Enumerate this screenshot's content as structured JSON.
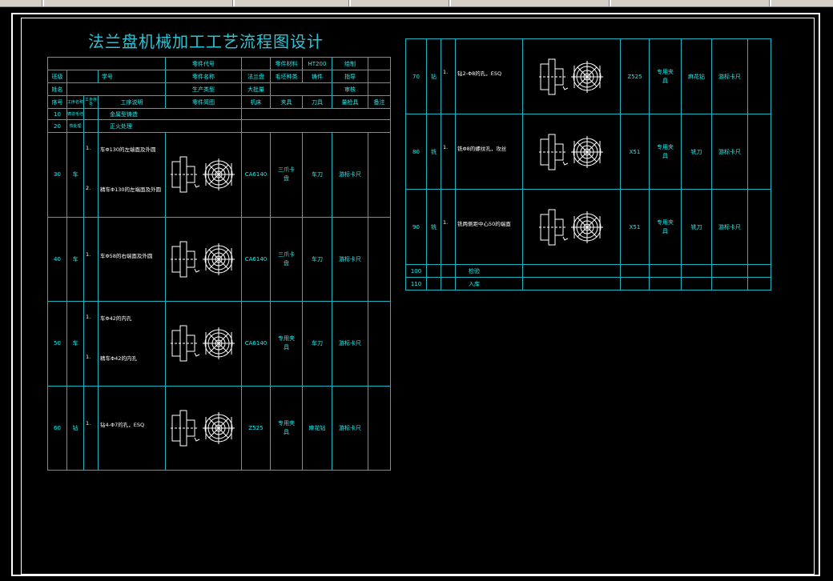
{
  "title": "法兰盘机械加工工艺流程图设计",
  "header": {
    "part_code_label": "零件代号",
    "part_material_label": "零件材料",
    "material": "HT200",
    "drawn_label": "绘制",
    "class_label": "班级",
    "student_no_label": "学号",
    "part_name_label": "零件名称",
    "part_name": "法兰盘",
    "blank_type_label": "毛坯种类",
    "blank_type": "铸件",
    "guide_label": "指导",
    "name_label": "姓名",
    "production_type_label": "生产类型",
    "production_type": "大批量",
    "review_label": "审核"
  },
  "columns": [
    "序号",
    "工序名称",
    "工步序号",
    "工序说明",
    "零件简图",
    "机床",
    "夹具",
    "刀具",
    "量检具",
    "备注"
  ],
  "left_rows": [
    {
      "no": "10",
      "name": "铸造毛坯",
      "desc": "金属型铸造"
    },
    {
      "no": "20",
      "name": "热处理",
      "desc": "正火处理"
    },
    {
      "no": "30",
      "name": "车",
      "steps": [
        {
          "n": "1.",
          "t": "车Φ130的左端面及外圆"
        },
        {
          "n": "2.",
          "t": "精车Φ130的左端面及外圆"
        }
      ],
      "machine": "CA6140",
      "fixture": "三爪卡盘",
      "tool": "车刀",
      "gauge": "游标卡尺"
    },
    {
      "no": "40",
      "name": "车",
      "steps": [
        {
          "n": "1.",
          "t": "车Φ58的右端面及外圆"
        }
      ],
      "machine": "CA6140",
      "fixture": "三爪卡盘",
      "tool": "车刀",
      "gauge": "游标卡尺"
    },
    {
      "no": "50",
      "name": "车",
      "steps": [
        {
          "n": "1.",
          "t": "车Φ42的内孔"
        },
        {
          "n": "1.",
          "t": "精车Φ42的内孔"
        }
      ],
      "machine": "CA6140",
      "fixture": "专用夹具",
      "tool": "车刀",
      "gauge": "游标卡尺"
    },
    {
      "no": "60",
      "name": "钻",
      "steps": [
        {
          "n": "1.",
          "t": "钻4-Φ7的孔，ESQ"
        }
      ],
      "machine": "Z525",
      "fixture": "专用夹具",
      "tool": "麻花钻",
      "gauge": "游标卡尺"
    }
  ],
  "right_rows": [
    {
      "no": "70",
      "name": "钻",
      "steps": [
        {
          "n": "1.",
          "t": "钻2-Φ8的孔，ESQ"
        }
      ],
      "machine": "Z525",
      "fixture": "专用夹具",
      "tool": "麻花钻",
      "gauge": "游标卡尺"
    },
    {
      "no": "80",
      "name": "铣",
      "steps": [
        {
          "n": "1.",
          "t": "铣Φ8的螺纹孔，攻丝"
        }
      ],
      "machine": "X51",
      "fixture": "专用夹具",
      "tool": "铣刀",
      "gauge": "游标卡尺"
    },
    {
      "no": "90",
      "name": "铣",
      "steps": [
        {
          "n": "1.",
          "t": "铣两侧距中心50的端面"
        }
      ],
      "machine": "X51",
      "fixture": "专用夹具",
      "tool": "铣刀",
      "gauge": "游标卡尺"
    },
    {
      "no": "100",
      "desc": "检验"
    },
    {
      "no": "110",
      "desc": "入库"
    }
  ],
  "colors": {
    "line": "#1fb3c2",
    "title": "#29c5d6",
    "op_name": "#44ff44",
    "frame": "#ffffff",
    "bg": "#000000"
  }
}
